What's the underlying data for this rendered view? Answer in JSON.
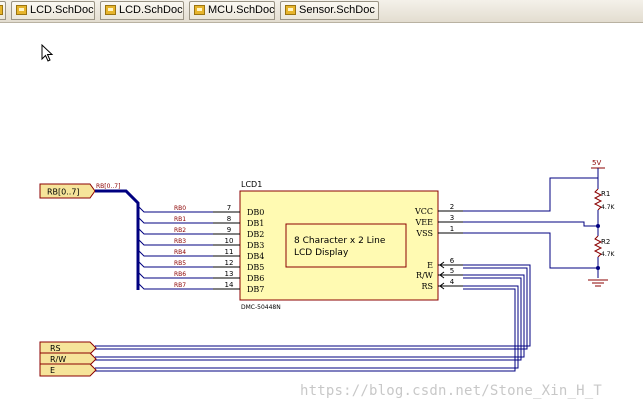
{
  "tabs": [
    {
      "label": ""
    },
    {
      "label": "LCD.SchDoc"
    },
    {
      "label": "LCD.SchDoc"
    },
    {
      "label": "MCU.SchDoc"
    },
    {
      "label": "Sensor.SchDoc"
    }
  ],
  "schematic": {
    "bus_port": "RB[0..7]",
    "bus_label": "RB[0..7]",
    "net_labels": [
      "RB0",
      "RB1",
      "RB2",
      "RB3",
      "RB4",
      "RB5",
      "RB6",
      "RB7"
    ],
    "left_pin_numbers": [
      "7",
      "8",
      "9",
      "10",
      "11",
      "12",
      "13",
      "14"
    ],
    "left_pin_names": [
      "DB0",
      "DB1",
      "DB2",
      "DB3",
      "DB4",
      "DB5",
      "DB6",
      "DB7"
    ],
    "right_pin_numbers": [
      "2",
      "3",
      "1",
      "6",
      "5",
      "4"
    ],
    "right_pin_names": [
      "VCC",
      "VEE",
      "VSS",
      "E",
      "R/W",
      "RS"
    ],
    "lcd_designator": "LCD1",
    "lcd_text_line1": "8 Character x 2 Line",
    "lcd_text_line2": "LCD Display",
    "lcd_part": "DMC-50448N",
    "power_label": "5V",
    "r1_name": "R1",
    "r1_value": "4.7K",
    "r2_name": "R2",
    "r2_value": "4.7K",
    "ports": [
      "RS",
      "R/W",
      "E"
    ]
  },
  "watermark": "https://blog.csdn.net/Stone_Xin_H_T",
  "colors": {
    "wire": "#000080",
    "port_fill": "#f6e49a",
    "port_stroke": "#8b0000",
    "component_fill": "#fffab2",
    "component_stroke": "#8b0000",
    "net_label": "#8b0000",
    "pin_text": "#000000"
  }
}
